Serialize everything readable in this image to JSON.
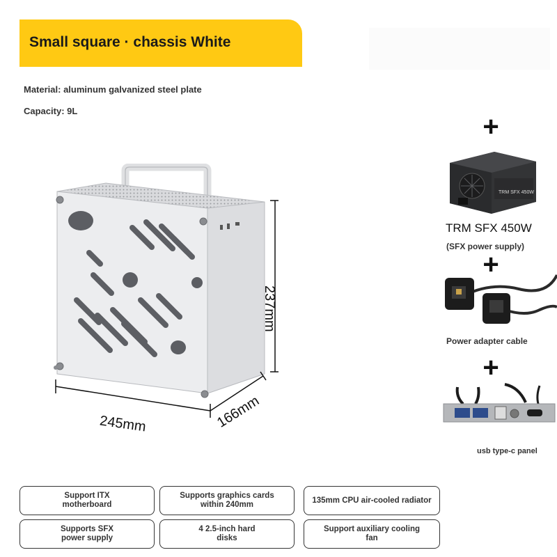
{
  "header": {
    "title": "Small square · chassis White"
  },
  "specs": {
    "material": "Material: aluminum galvanized steel plate",
    "capacity": "Capacity: 9L"
  },
  "dimensions": {
    "height": "237mm",
    "width": "245mm",
    "depth": "166mm"
  },
  "accessories": {
    "plus_symbol": "+",
    "psu_name": "TRM SFX 450W",
    "psu_type": "(SFX power supply)",
    "psu_label_text": "TRM SFX 450W",
    "cable_label": "Power adapter cable",
    "panel_label": "usb type-c panel"
  },
  "features": [
    {
      "line1": "Support ITX",
      "line2": "motherboard"
    },
    {
      "line1": "Supports graphics cards",
      "line2": "within 240mm"
    },
    {
      "line1": "135mm CPU air-cooled radiator",
      "line2": ""
    },
    {
      "line1": "Supports SFX",
      "line2": "power supply"
    },
    {
      "line1": "4 2.5-inch hard",
      "line2": "disks"
    },
    {
      "line1": "Support auxiliary cooling",
      "line2": "fan"
    }
  ],
  "colors": {
    "accent": "#ffc913",
    "chassis": "#e9eaec"
  }
}
